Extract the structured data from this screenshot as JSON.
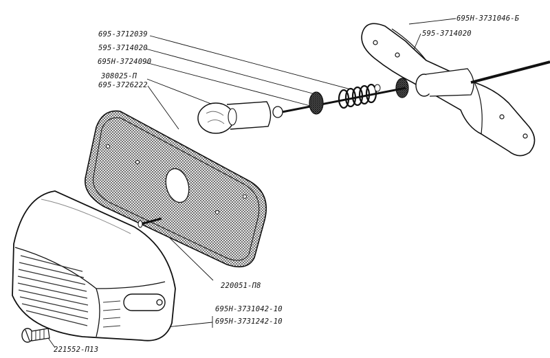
{
  "labels": {
    "washer_top": "695-3712039",
    "spring": "595-3714020",
    "socket": "695Н-3724090",
    "bulb": "308025-П",
    "gasket": "695-3726222",
    "bracket": "695Н-3731046-Б",
    "bracket_washer": "595-3714020",
    "screw_pin": "220051-П8",
    "lamp_body_a": "695Н-3731042-10",
    "lamp_body_b": "695Н-3731242-10",
    "screw": "221552-П13"
  },
  "colors": {
    "ink": "#111111",
    "hatch": "#555555",
    "paper": "#ffffff"
  }
}
